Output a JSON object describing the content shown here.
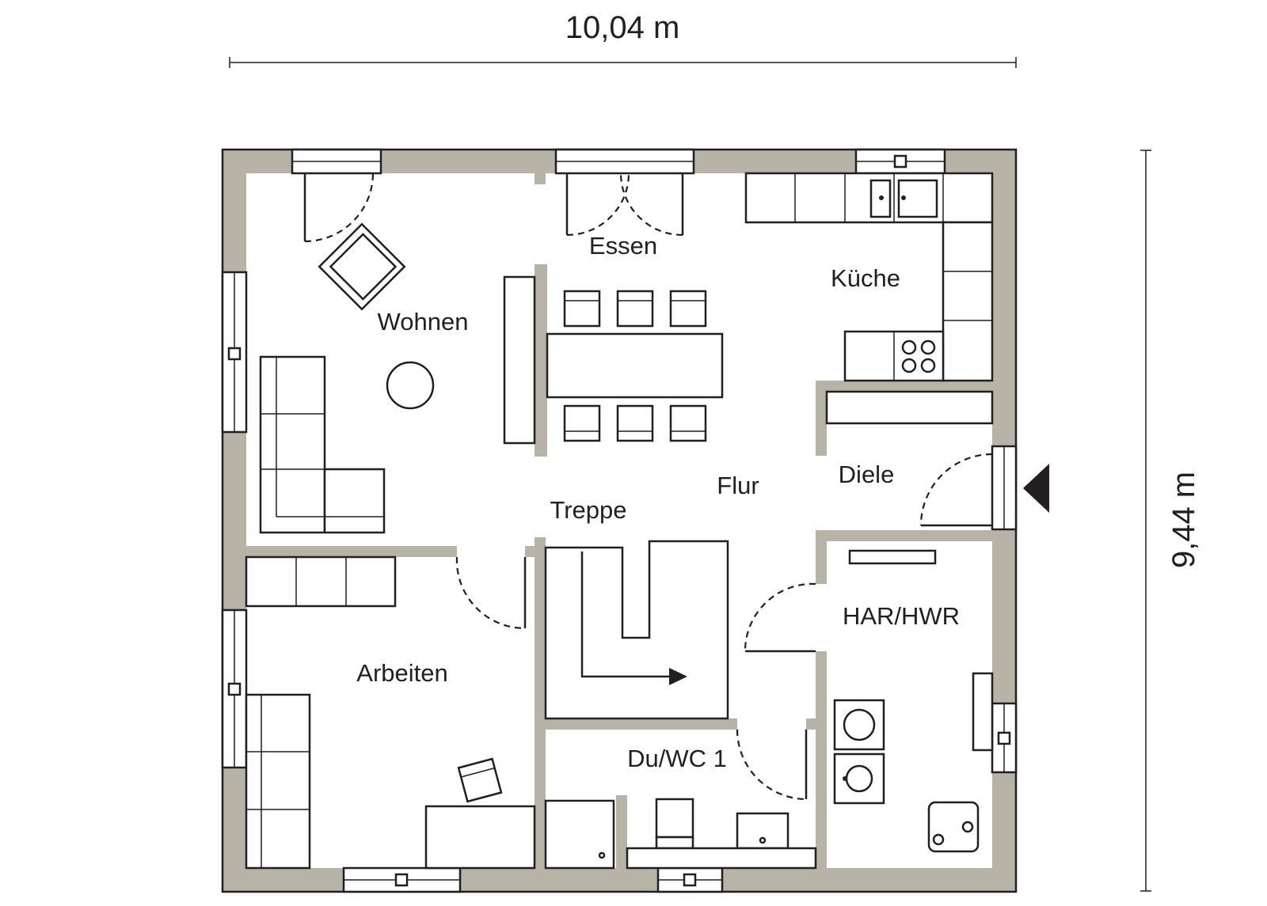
{
  "dimensions": {
    "width": "10,04 m",
    "depth": "9,44 m"
  },
  "rooms": {
    "wohnen": "Wohnen",
    "essen": "Essen",
    "kueche": "Küche",
    "diele": "Diele",
    "flur": "Flur",
    "treppe": "Treppe",
    "arbeiten": "Arbeiten",
    "hwr": "HAR/HWR",
    "duwc": "Du/WC 1"
  },
  "colors": {
    "wall": "#b8b3a7",
    "line": "#231f20"
  },
  "icons": {
    "entrance": "entrance-arrow-icon",
    "stair_direction": "stair-arrow-icon"
  }
}
